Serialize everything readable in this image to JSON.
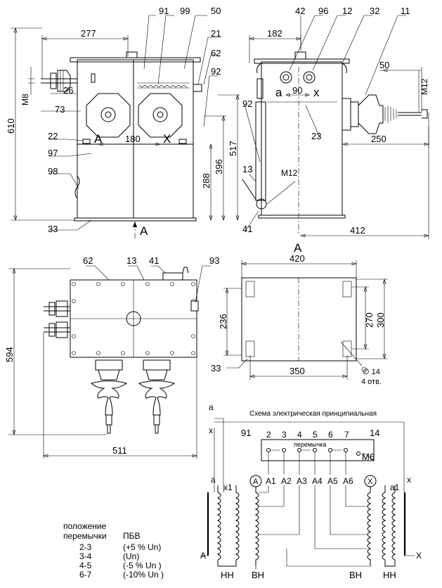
{
  "callouts": {
    "n91": "91",
    "n99": "99",
    "n50": "50",
    "n21": "21",
    "n62": "62",
    "n92": "92",
    "n22": "22",
    "n97": "97",
    "n98": "98",
    "n33": "33",
    "n42": "42",
    "n96": "96",
    "n12": "12",
    "n32": "32",
    "n11": "11",
    "n92b": "92",
    "n23": "23",
    "n13": "13",
    "n41": "41",
    "n62b": "62",
    "n13b": "13",
    "n41b": "41",
    "n93": "93",
    "n33b": "33",
    "n91b": "91",
    "n14": "14"
  },
  "dims": {
    "d277": "277",
    "d182": "182",
    "d26": "26",
    "d73": "73",
    "d180": "180",
    "d610": "610",
    "d517": "517",
    "d396": "396",
    "d288": "288",
    "d90": "90",
    "d50": "50",
    "d250": "250",
    "d412": "412",
    "m8": "M8",
    "m12a": "M12",
    "m12b": "M12",
    "d420": "420",
    "d236": "236",
    "d270": "270",
    "d300": "300",
    "d350": "350",
    "d594": "594",
    "d511": "511",
    "hole_dia": "∅ 14",
    "holes": "4 отв."
  },
  "letters": {
    "A_front": "A",
    "X_front": "X",
    "a_side": "a",
    "x_side": "x",
    "view_A1": "A",
    "view_A2": "A"
  },
  "schematic": {
    "title": "Схема электрическая принципиальная",
    "jumper": "перемычка",
    "m6": "М6",
    "top_a": "a",
    "top_x": "x",
    "taps": [
      "2",
      "3",
      "4",
      "5",
      "6",
      "7"
    ],
    "terminals": [
      "a",
      "x1",
      "A",
      "A1",
      "A2",
      "A3",
      "A4",
      "A5",
      "A6",
      "X",
      "a1",
      "x"
    ],
    "left_A": "A",
    "right_X": "X",
    "bottom": [
      "НН",
      "ВН",
      "ВН",
      "НН"
    ]
  },
  "legend": {
    "head1": "положение",
    "head2": "перемычки",
    "head3": "ПБВ",
    "rows": [
      {
        "pos": "2-3",
        "val": "(+5 % Un)"
      },
      {
        "pos": "3-4",
        "val": "(Un)"
      },
      {
        "pos": "4-5",
        "val": "(-5  % Un )"
      },
      {
        "pos": "6-7",
        "val": "(-10% Un )"
      }
    ]
  }
}
